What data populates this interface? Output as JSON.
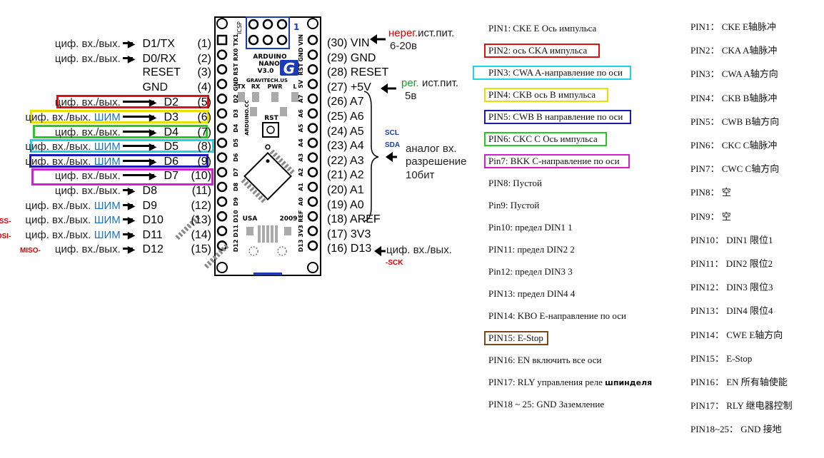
{
  "left_pins": [
    {
      "func": "циф. вх./вых.",
      "pwm": "",
      "pin": "D1/TX",
      "num": "(1)",
      "pre": ""
    },
    {
      "func": "циф. вх./вых.",
      "pwm": "",
      "pin": "D0/RX",
      "num": "(2)",
      "pre": ""
    },
    {
      "func": "",
      "pwm": "",
      "pin": "RESET",
      "num": "(3)",
      "pre": ""
    },
    {
      "func": "",
      "pwm": "",
      "pin": "GND",
      "num": "(4)",
      "pre": ""
    },
    {
      "func": "циф. вх./вых.",
      "pwm": "",
      "pin": "D2",
      "num": "(5)",
      "pre": "",
      "box": "#e01010"
    },
    {
      "func": "циф. вх./вых.",
      "pwm": "ШИМ",
      "pin": "D3",
      "num": "(6)",
      "pre": "",
      "box": "#e8e000"
    },
    {
      "func": "циф. вх./вых.",
      "pwm": "",
      "pin": "D4",
      "num": "(7)",
      "pre": "",
      "box": "#22cc22"
    },
    {
      "func": "циф. вх./вых.",
      "pwm": "ШИМ",
      "pin": "D5",
      "num": "(8)",
      "pre": "",
      "box": "#22d0e8"
    },
    {
      "func": "циф. вх./вых.",
      "pwm": "ШИМ",
      "pin": "D6",
      "num": "(9)",
      "pre": "",
      "box": "#1a1ab8"
    },
    {
      "func": "циф. вх./вых.",
      "pwm": "",
      "pin": "D7",
      "num": "(10)",
      "pre": "",
      "box": "#d020d0"
    },
    {
      "func": "циф. вх./вых.",
      "pwm": "",
      "pin": "D8",
      "num": "(11)",
      "pre": ""
    },
    {
      "func": "циф. вх./вых.",
      "pwm": "ШИМ",
      "pin": "D9",
      "num": "(12)",
      "pre": ""
    },
    {
      "func": "циф. вх./вых.",
      "pwm": "ШИМ",
      "pin": "D10",
      "num": "(13)",
      "pre": "SS-"
    },
    {
      "func": "циф. вх./вых.",
      "pwm": "ШИМ",
      "pin": "D11",
      "num": "(14)",
      "pre": "MOSI-"
    },
    {
      "func": "циф. вх./вых.",
      "pwm": "",
      "pin": "D12",
      "num": "(15)",
      "pre": "MISO-"
    }
  ],
  "right_pins": [
    {
      "num": "(30)",
      "pin": "VIN"
    },
    {
      "num": "(29)",
      "pin": "GND"
    },
    {
      "num": "(28)",
      "pin": "RESET"
    },
    {
      "num": "(27)",
      "pin": "+5V"
    },
    {
      "num": "(26)",
      "pin": "A7"
    },
    {
      "num": "(25)",
      "pin": "A6"
    },
    {
      "num": "(24)",
      "pin": "A5"
    },
    {
      "num": "(23)",
      "pin": "A4"
    },
    {
      "num": "(22)",
      "pin": "A3"
    },
    {
      "num": "(21)",
      "pin": "A2"
    },
    {
      "num": "(20)",
      "pin": "A1"
    },
    {
      "num": "(19)",
      "pin": "A0"
    },
    {
      "num": "(18)",
      "pin": "AREF"
    },
    {
      "num": "(17)",
      "pin": "3V3"
    },
    {
      "num": "(16)",
      "pin": "D13"
    }
  ],
  "notes": {
    "vin_title": "нерег.",
    "vin_title2": "ист.пит.",
    "vin_range": "6-20в",
    "v5_title": "рег.",
    "v5_title2": "ист.пит.",
    "v5_val": "5в",
    "scl": "SCL",
    "sda": "SDA",
    "analog1": "аналог вх.",
    "analog2": "разрешение",
    "analog3": "10бит",
    "d13_func": "циф. вх./вых.",
    "sck": "-SCK"
  },
  "board": {
    "top_label": "ICSP",
    "one": "1",
    "name1": "ARDUINO",
    "name2": "NANO",
    "name3": "V3.0",
    "logo": "G",
    "maker": "GRAVITECH.US",
    "tx": "TX",
    "rx": "RX",
    "pwr": "PWR",
    "l": "L",
    "rst": "RST",
    "side": "ARDUINO.CC",
    "usa": "USA",
    "year": "2009",
    "left_silk": [
      "TX1",
      "RX0",
      "RST",
      "GND",
      "D2",
      "D3",
      "D4",
      "D5",
      "D6",
      "D7",
      "D8",
      "D9",
      "D10",
      "D11",
      "D12"
    ],
    "right_silk": [
      "VIN",
      "GND",
      "RST",
      "5V",
      "A7",
      "A6",
      "A5",
      "A4",
      "A3",
      "A2",
      "A1",
      "A0",
      "REF",
      "3V3",
      "D13"
    ]
  },
  "ru_list": [
    {
      "text": "PIN1: CKE E Ось импульса",
      "box": ""
    },
    {
      "text": "PIN2: ось CKA импульса",
      "box": "#e01010"
    },
    {
      "text": "PIN3: CWA A-направление по оси",
      "box": "#22d0e8"
    },
    {
      "text": "PIN4: CKB ось B импульса",
      "box": "#e8e000"
    },
    {
      "text": "PIN5: CWB B направление по оси",
      "box": "#1a1ab8"
    },
    {
      "text": "PIN6: CKC C Ось импульса",
      "box": "#22cc22"
    },
    {
      "text": "Pin7: BKK C-направление по оси",
      "box": "#d020d0"
    },
    {
      "text": "PIN8: Пустой",
      "box": ""
    },
    {
      "text": "Pin9: Пустой",
      "box": ""
    },
    {
      "text": "Pin10: предел DIN1 1",
      "box": ""
    },
    {
      "text": "PIN11: предел DIN2 2",
      "box": ""
    },
    {
      "text": "Pin12: предел DIN3 3",
      "box": ""
    },
    {
      "text": "PIN13: предел DIN4 4",
      "box": ""
    },
    {
      "text": "PIN14: KBO E-направление по оси",
      "box": ""
    },
    {
      "text": "PIN15: E-Stop",
      "box": "#7a4a1a"
    },
    {
      "text": "PIN16: EN включить все оси",
      "box": ""
    },
    {
      "text": "PIN17: RLY управления реле",
      "box": "",
      "bold": "шпинделя"
    },
    {
      "text": "PIN18 ~ 25: GND Заземление",
      "box": ""
    }
  ],
  "cn_list": [
    "PIN1：  CKE E轴脉冲",
    "PIN2：  CKA A轴脉冲",
    "PIN3：  CWA A轴方向",
    "PIN4：  CKB B轴脉冲",
    "PIN5：  CWB B轴方向",
    "PIN6：  CKC C轴脉冲",
    "PIN7：  CWC C轴方向",
    "PIN8：  空",
    "PIN9：  空",
    "PIN10：  DIN1 限位1",
    "PIN11：  DIN2 限位2",
    "PIN12：  DIN3 限位3",
    "PIN13：  DIN4 限位4",
    "PIN14：  CWE E轴方向",
    "PIN15：  E-Stop",
    "PIN16：  EN 所有轴使能",
    "PIN17：  RLY 继电器控制",
    "PIN18~25：  GND 接地"
  ]
}
